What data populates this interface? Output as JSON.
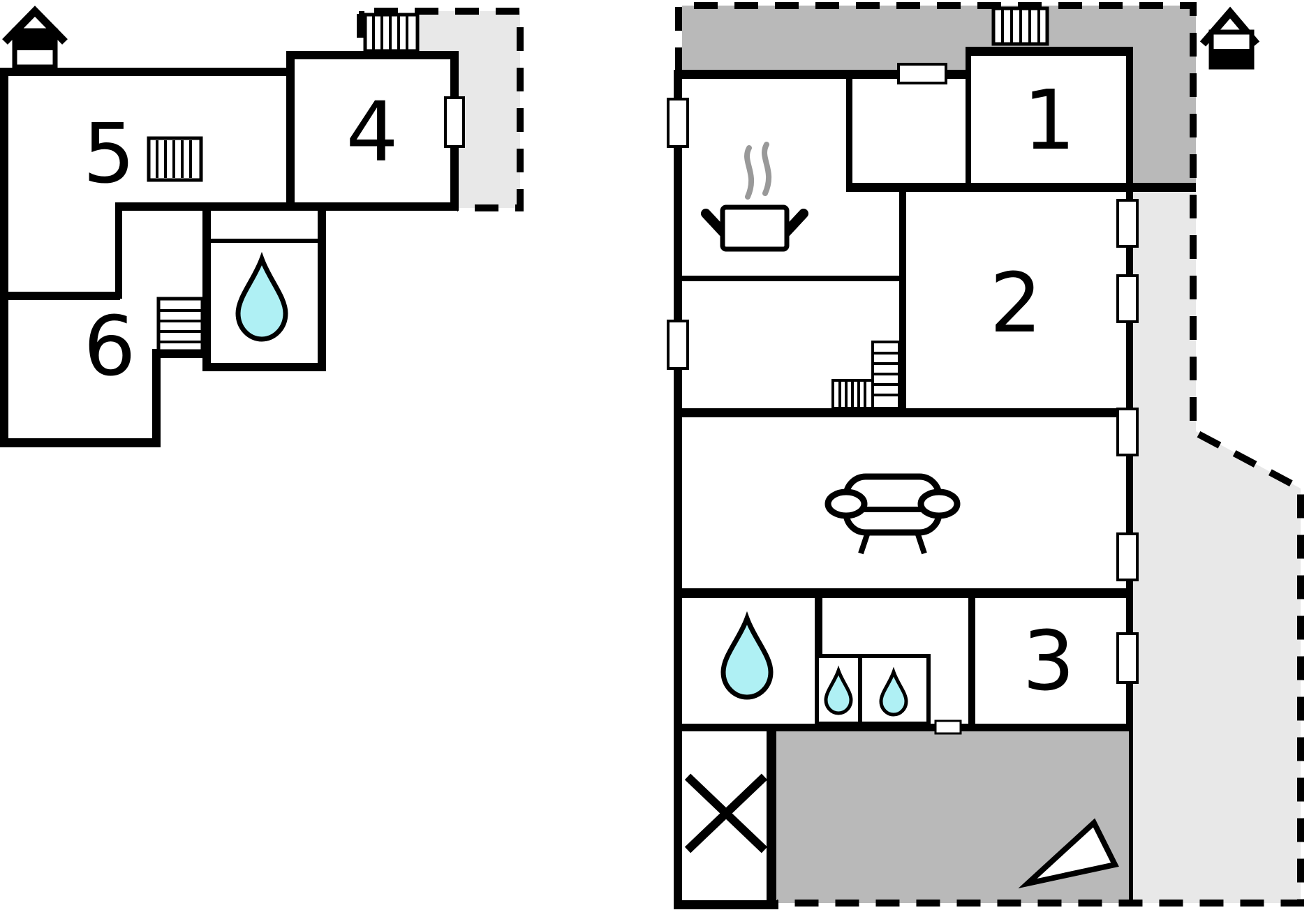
{
  "plan": {
    "type": "floor-plan",
    "rooms": {
      "r1": "1",
      "r2": "2",
      "r3": "3",
      "r4": "4",
      "r5": "5",
      "r6": "6"
    },
    "icons": {
      "upper_floor_indicator": "house-upper-floor-icon",
      "ground_floor_indicator": "house-lower-floor-icon",
      "bathroom": "water-drop-icon",
      "shower": "small-water-drop-icon",
      "kitchen": "cooking-pot-icon",
      "living_room": "sofa-icon",
      "stairs": "stairs-icon",
      "radiator": "radiator-icon",
      "storage": "crossed-box-icon",
      "north": "north-arrow-icon"
    },
    "colors": {
      "wall": "#000000",
      "terrace_covered": "#b9b9b9",
      "terrace_open": "#e8e8e8",
      "water_fill": "#aff0f4",
      "steam": "#999999",
      "white": "#ffffff"
    }
  }
}
